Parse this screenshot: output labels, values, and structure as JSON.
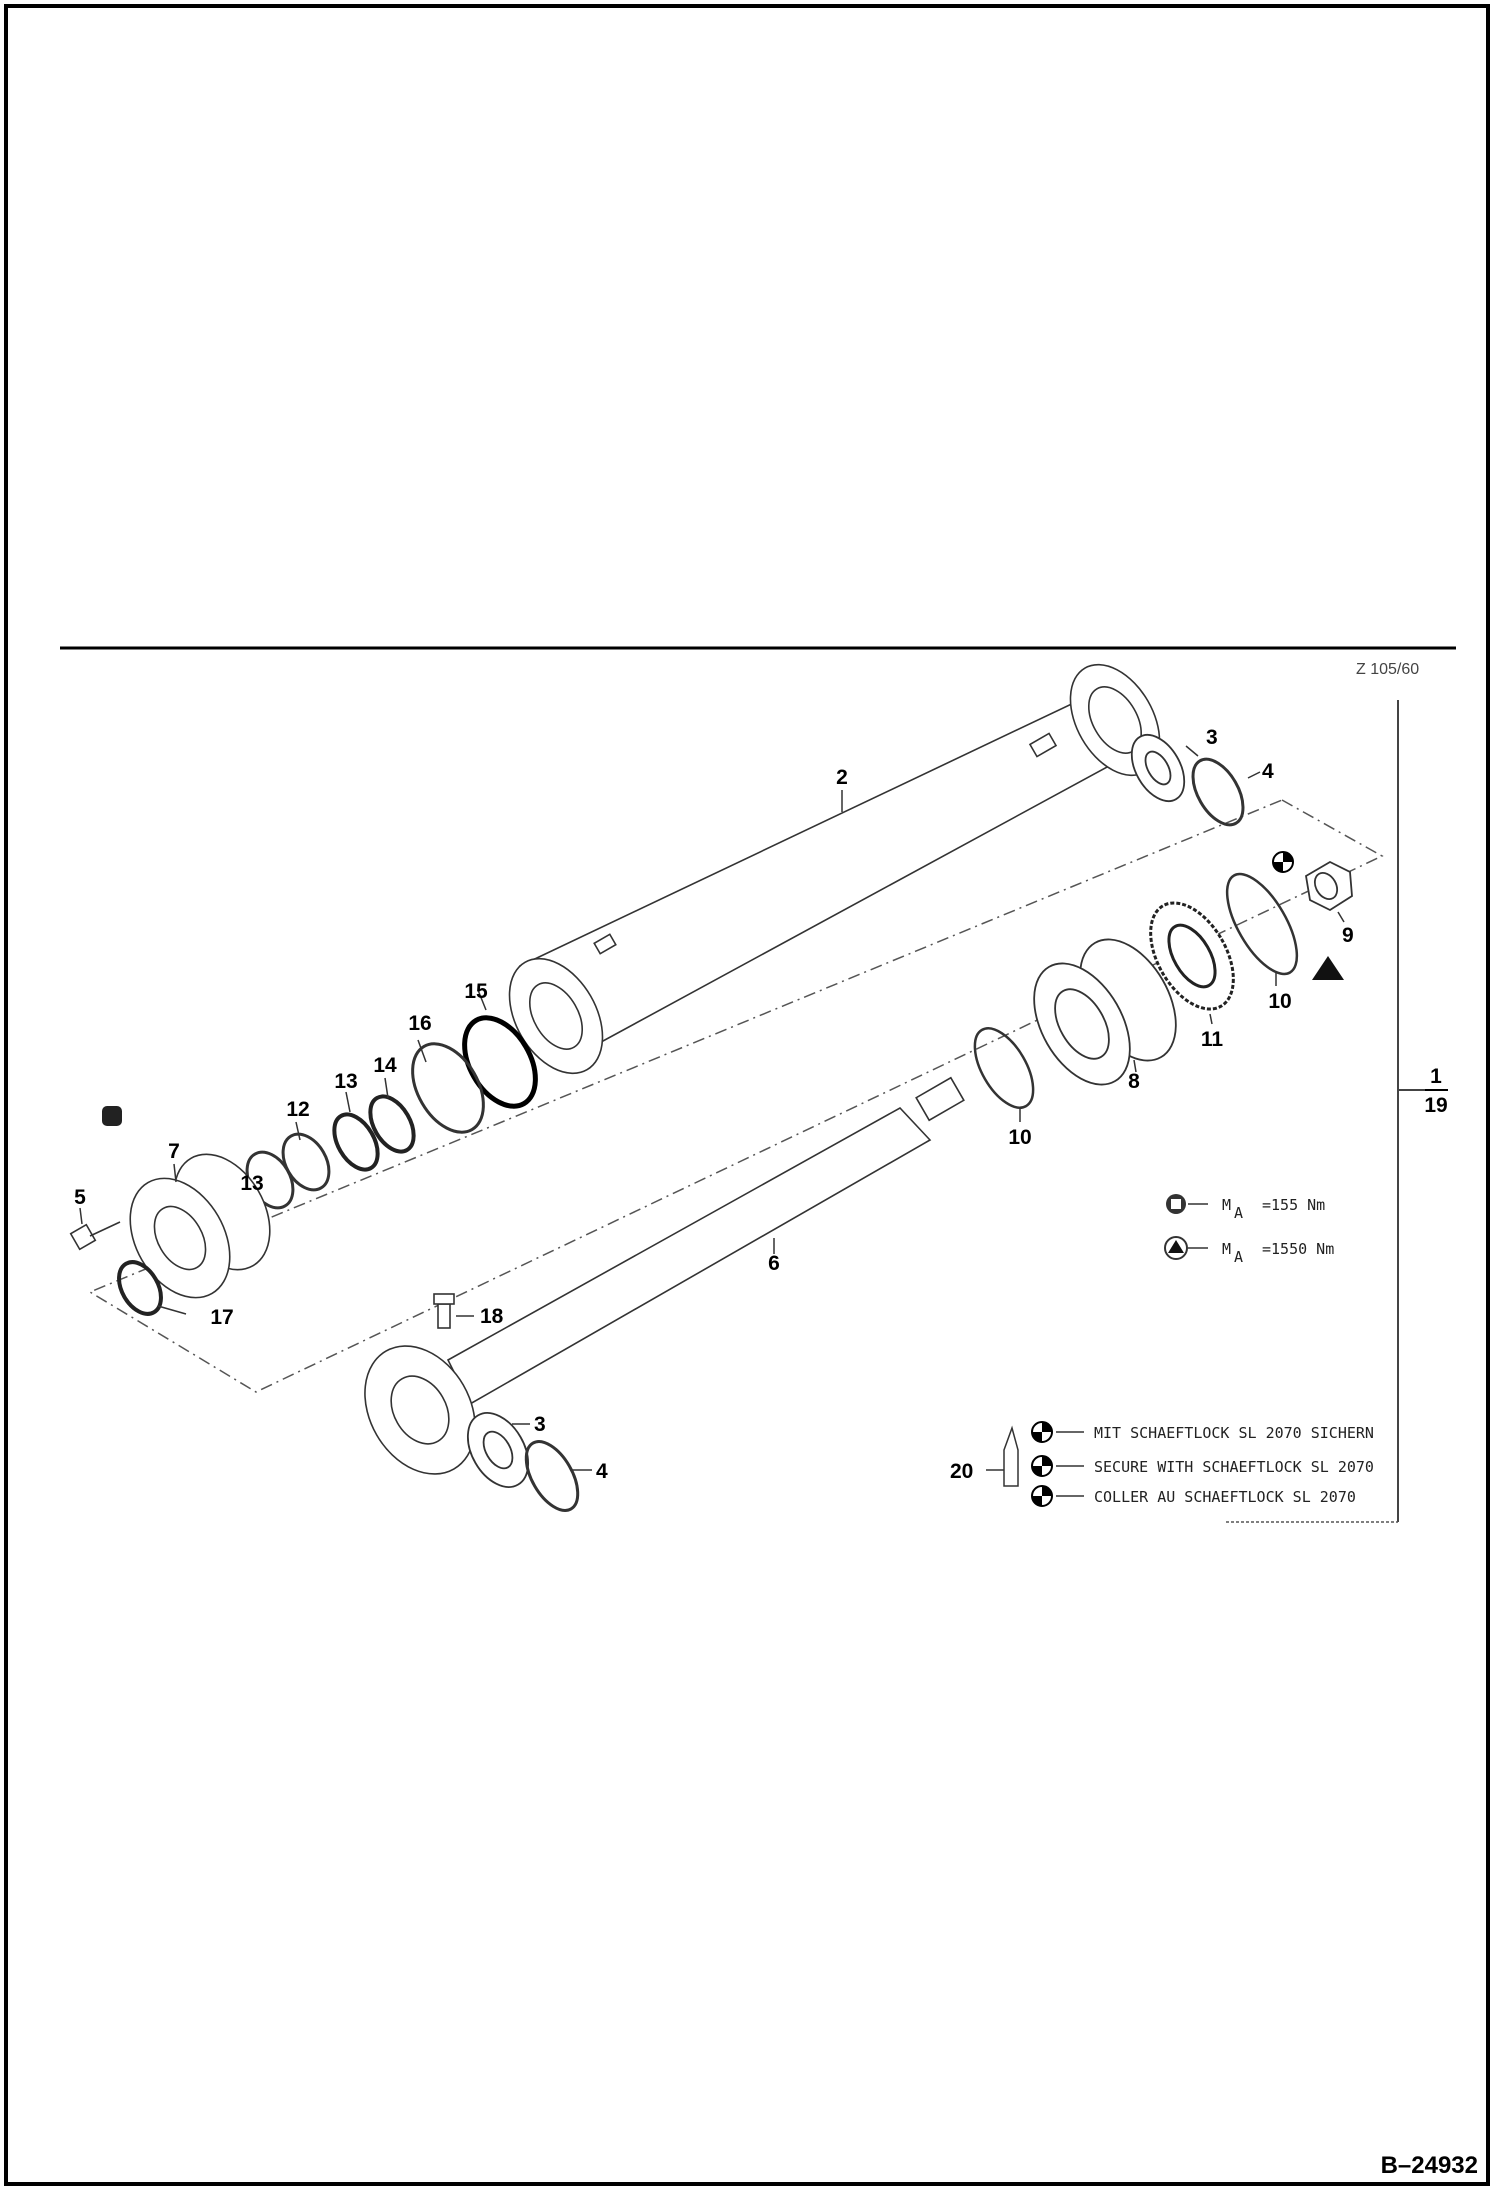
{
  "drawing_ref": "Z 105/60",
  "page_id": "B–24932",
  "callouts": {
    "c2": "2",
    "c3a": "3",
    "c4a": "4",
    "c9": "9",
    "c10a": "10",
    "c11": "11",
    "c15": "15",
    "c16": "16",
    "c14": "14",
    "c13a": "13",
    "c12": "12",
    "c13b": "13",
    "c7": "7",
    "c5": "5",
    "c17": "17",
    "c8": "8",
    "c10b": "10",
    "c6": "6",
    "c18": "18",
    "c3b": "3",
    "c4b": "4",
    "c20": "20"
  },
  "assembly": {
    "item": "1",
    "qty": "19"
  },
  "torque_legend": [
    {
      "symbol": "square-symbol",
      "label": "M",
      "sub": "A",
      "value": "=155 Nm"
    },
    {
      "symbol": "triangle-symbol",
      "label": "M",
      "sub": "A",
      "value": "=1550 Nm"
    }
  ],
  "locking_notes": [
    "MIT SCHAEFTLOCK SL 2070 SICHERN",
    "SECURE WITH SCHAEFTLOCK SL 2070",
    "COLLER AU SCHAEFTLOCK SL 2070"
  ]
}
